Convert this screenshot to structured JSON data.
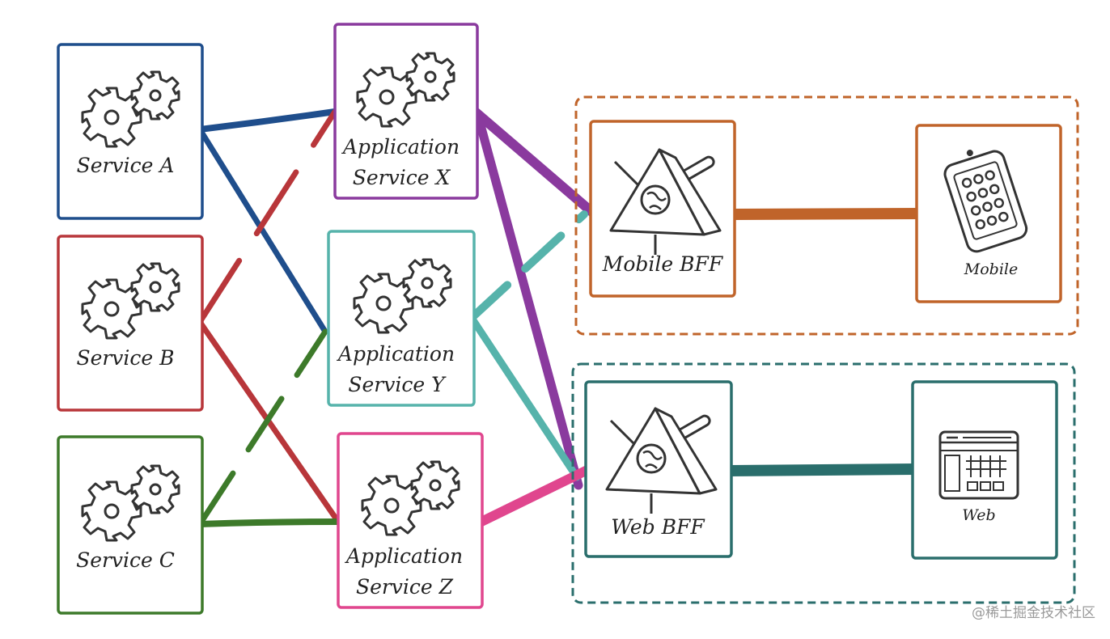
{
  "services": {
    "a": {
      "label": "Service A",
      "color": "#1f4e8c"
    },
    "b": {
      "label": "Service B",
      "color": "#b8363a"
    },
    "c": {
      "label": "Service C",
      "color": "#3d7a2a"
    }
  },
  "app_services": {
    "x": {
      "line1": "Application",
      "line2": "Service X",
      "color": "#8a3a9e"
    },
    "y": {
      "line1": "Application",
      "line2": "Service Y",
      "color": "#56b3ab"
    },
    "z": {
      "line1": "Application",
      "line2": "Service Z",
      "color": "#e0468e"
    }
  },
  "bff": {
    "mobile": {
      "label": "Mobile BFF",
      "color": "#c0642a"
    },
    "web": {
      "label": "Web BFF",
      "color": "#2a6e6c"
    }
  },
  "clients": {
    "mobile": {
      "label": "Mobile",
      "color": "#c0642a"
    },
    "web": {
      "label": "Web",
      "color": "#2a6e6c"
    }
  },
  "connections": [
    {
      "from": "Service A",
      "to": "Application Service X",
      "color": "#1f4e8c"
    },
    {
      "from": "Service A",
      "to": "Application Service Y",
      "color": "#1f4e8c"
    },
    {
      "from": "Service B",
      "to": "Application Service X",
      "color": "#b8363a"
    },
    {
      "from": "Service B",
      "to": "Application Service Z",
      "color": "#b8363a"
    },
    {
      "from": "Service C",
      "to": "Application Service Y",
      "color": "#3d7a2a"
    },
    {
      "from": "Service C",
      "to": "Application Service Z",
      "color": "#3d7a2a"
    },
    {
      "from": "Application Service X",
      "to": "Mobile BFF",
      "color": "#8a3a9e"
    },
    {
      "from": "Application Service X",
      "to": "Web BFF",
      "color": "#8a3a9e"
    },
    {
      "from": "Application Service Y",
      "to": "Mobile BFF",
      "color": "#56b3ab"
    },
    {
      "from": "Application Service Y",
      "to": "Web BFF",
      "color": "#56b3ab"
    },
    {
      "from": "Application Service Z",
      "to": "Web BFF",
      "color": "#e0468e"
    },
    {
      "from": "Mobile BFF",
      "to": "Mobile",
      "color": "#c0642a"
    },
    {
      "from": "Web BFF",
      "to": "Web",
      "color": "#2a6e6c"
    }
  ],
  "watermark": "@稀土掘金技术社区"
}
